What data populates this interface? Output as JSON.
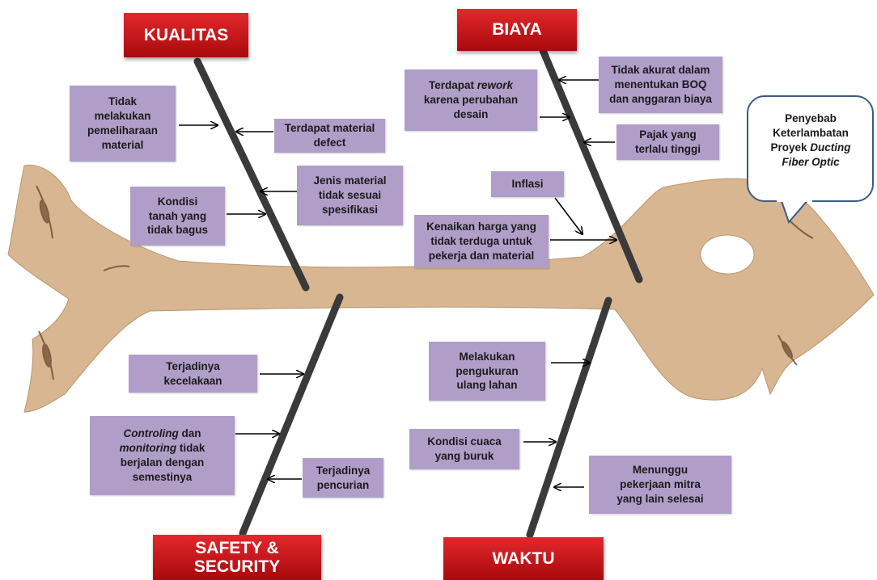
{
  "problem": {
    "lines": [
      {
        "text": "Penyebab"
      },
      {
        "text": "Keterlambatan"
      },
      {
        "text": "Proyek",
        "italic": "Ducting"
      },
      {
        "italic": "Fiber Optic"
      }
    ]
  },
  "categories": {
    "kualitas": "KUALITAS",
    "biaya": "BIAYA",
    "safety": [
      "SAFETY &",
      "SECURITY"
    ],
    "waktu": "WAKTU"
  },
  "causes": {
    "kualitas": {
      "pemeliharaan": [
        "Tidak",
        "melakukan",
        "pemeliharaan",
        "material"
      ],
      "defect": [
        "Terdapat material",
        "defect"
      ],
      "spesifikasi": [
        "Jenis material",
        "tidak sesuai",
        "spesifikasi"
      ],
      "tanah": [
        "Kondisi",
        "tanah yang",
        "tidak bagus"
      ]
    },
    "biaya": {
      "rework_lines": [
        {
          "text": "Terdapat",
          "italic": "rework"
        },
        {
          "text": "karena perubahan"
        },
        {
          "text": "desain"
        }
      ],
      "boq": [
        "Tidak akurat dalam",
        "menentukan BOQ",
        "dan anggaran biaya"
      ],
      "pajak": [
        "Pajak yang",
        "terlalu tinggi"
      ],
      "inflasi": [
        "Inflasi"
      ],
      "harga": [
        "Kenaikan harga yang",
        "tidak terduga untuk",
        "pekerja dan material"
      ]
    },
    "safety": {
      "kecelakaan": [
        "Terjadinya",
        "kecelakaan"
      ],
      "controling_lines": [
        {
          "italic": "Controling",
          "text": " dan"
        },
        {
          "italic": "monitoring",
          "text": " tidak"
        },
        {
          "text": "berjalan dengan"
        },
        {
          "text": "semestinya"
        }
      ],
      "pencurian": [
        "Terjadinya",
        "pencurian"
      ]
    },
    "waktu": {
      "pengukuran": [
        "Melakukan",
        "pengukuran",
        "ulang lahan"
      ],
      "cuaca": [
        "Kondisi cuaca",
        "yang buruk"
      ],
      "mitra": [
        "Menunggu",
        "pekerjaan mitra",
        "yang lain selesai"
      ]
    }
  },
  "colors": {
    "fish": "#d8b692",
    "bone": "#3a3a3a",
    "category_box": "#c0141a",
    "cause_box": "#b09ec9",
    "callout_border": "#3b5a86"
  }
}
